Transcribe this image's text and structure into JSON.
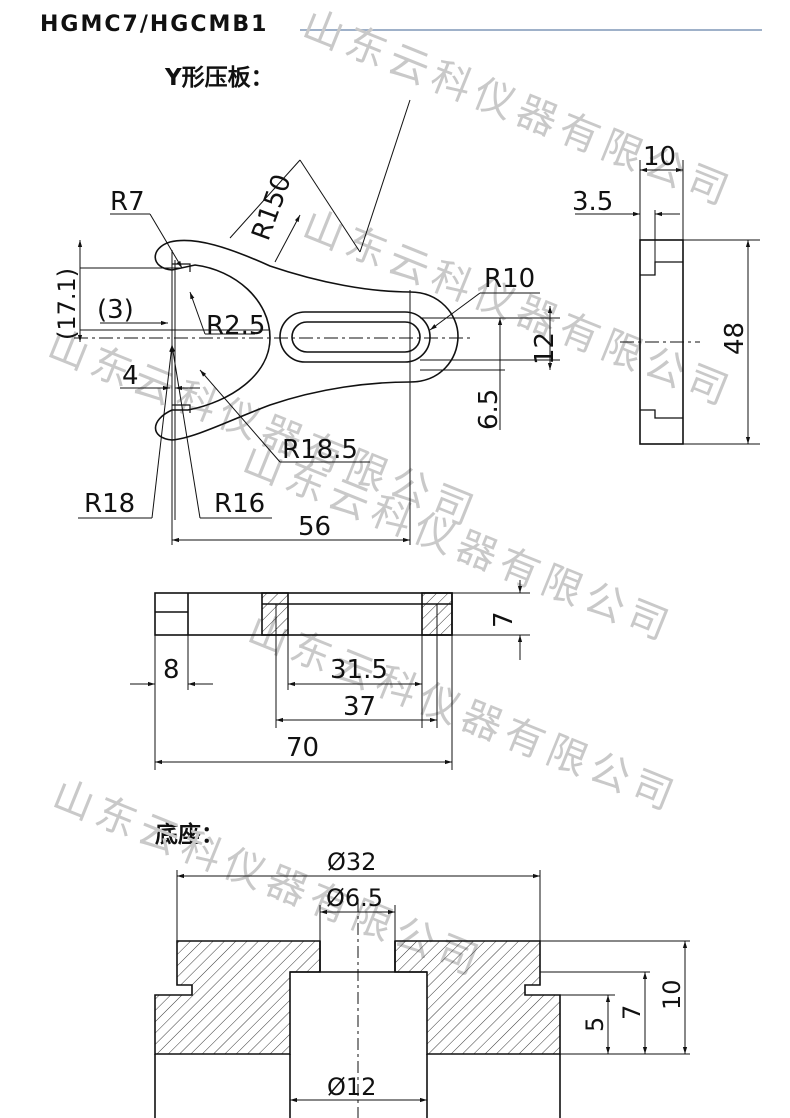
{
  "header": {
    "model": "HGMC7/HGCMB1"
  },
  "sections": {
    "y_plate": "Y形压板：",
    "base": "底座："
  },
  "watermark": "山东云科仪器有限公司",
  "plan_view": {
    "dims": {
      "r7": "R7",
      "r150": "R150",
      "r10": "R10",
      "d17_1": "(17.1)",
      "d3": "(3)",
      "r2_5": "R2.5",
      "d12": "12",
      "d4": "4",
      "d6_5": "6.5",
      "r18_5": "R18.5",
      "r18": "R18",
      "r16": "R16",
      "d56": "56"
    }
  },
  "side_view": {
    "dims": {
      "d10": "10",
      "d3_5": "3.5",
      "d48": "48"
    }
  },
  "front_view": {
    "dims": {
      "d7": "7",
      "d8": "8",
      "d31_5": "31.5",
      "d37": "37",
      "d70": "70"
    }
  },
  "base_view": {
    "dims": {
      "dia32": "Ø32",
      "dia6_5": "Ø6.5",
      "dia12": "Ø12",
      "d10": "10",
      "d7": "7",
      "d5": "5"
    }
  }
}
